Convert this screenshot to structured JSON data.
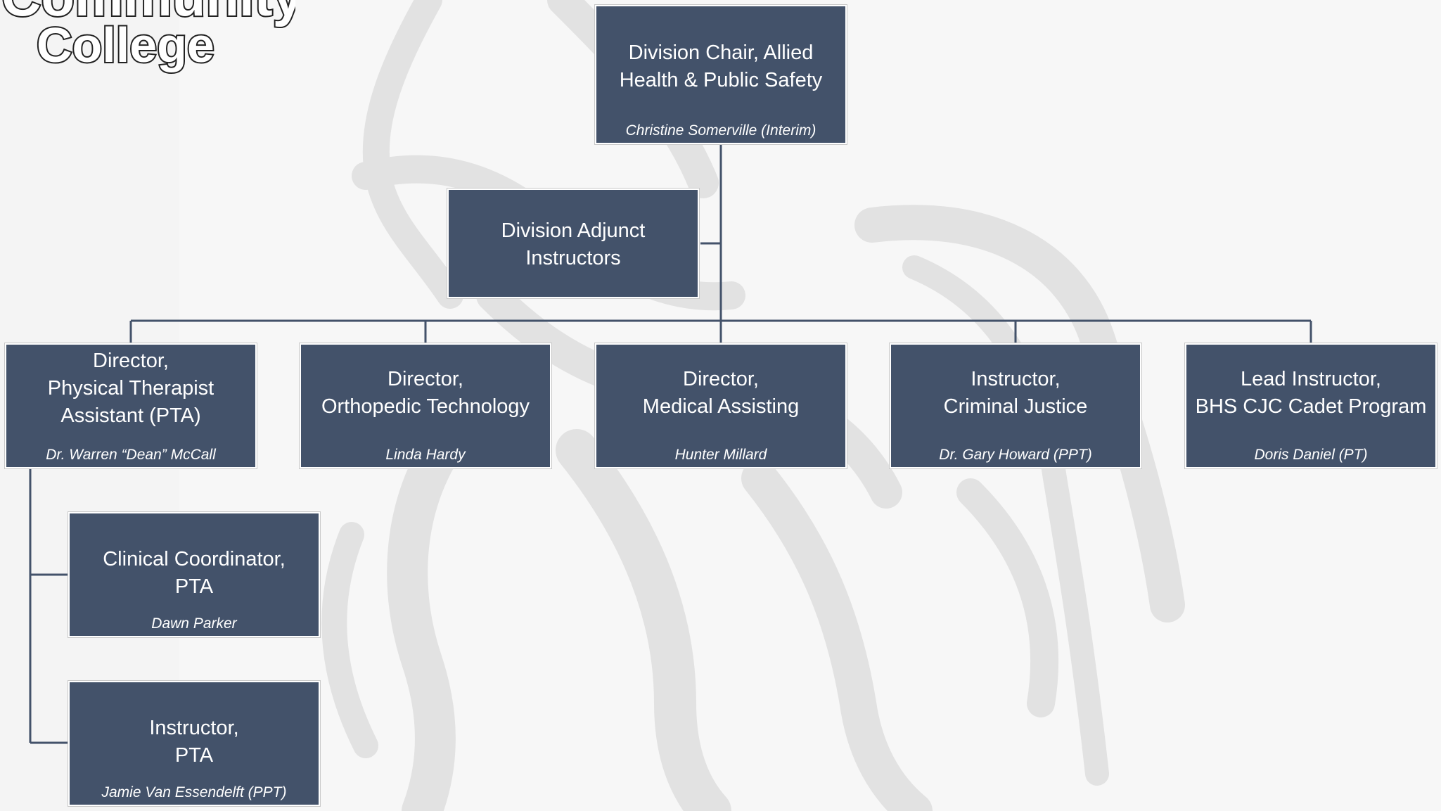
{
  "logo": {
    "line1": "Community",
    "line2": "College"
  },
  "chair": {
    "title": "Division Chair, Allied\nHealth & Public Safety",
    "person": "Christine Somerville (Interim)"
  },
  "adjunct": {
    "title": "Division Adjunct\nInstructors"
  },
  "directors": [
    {
      "title": "Director,\nPhysical Therapist\nAssistant (PTA)",
      "person": "Dr. Warren “Dean” McCall"
    },
    {
      "title": "Director,\nOrthopedic Technology",
      "person": "Linda Hardy"
    },
    {
      "title": "Director,\nMedical Assisting",
      "person": "Hunter Millard"
    },
    {
      "title": "Instructor,\nCriminal Justice",
      "person": "Dr. Gary Howard (PPT)"
    },
    {
      "title": "Lead Instructor,\nBHS CJC Cadet Program",
      "person": "Doris Daniel (PT)"
    }
  ],
  "pta_staff": [
    {
      "title": "Clinical Coordinator,\nPTA",
      "person": "Dawn Parker"
    },
    {
      "title": "Instructor,\nPTA",
      "person": "Jamie Van Essendelft (PPT)"
    }
  ],
  "colors": {
    "box_fill": "#43526a",
    "connector": "#43526a",
    "background": "#f4f4f4",
    "watermark": "#e3e3e3"
  }
}
